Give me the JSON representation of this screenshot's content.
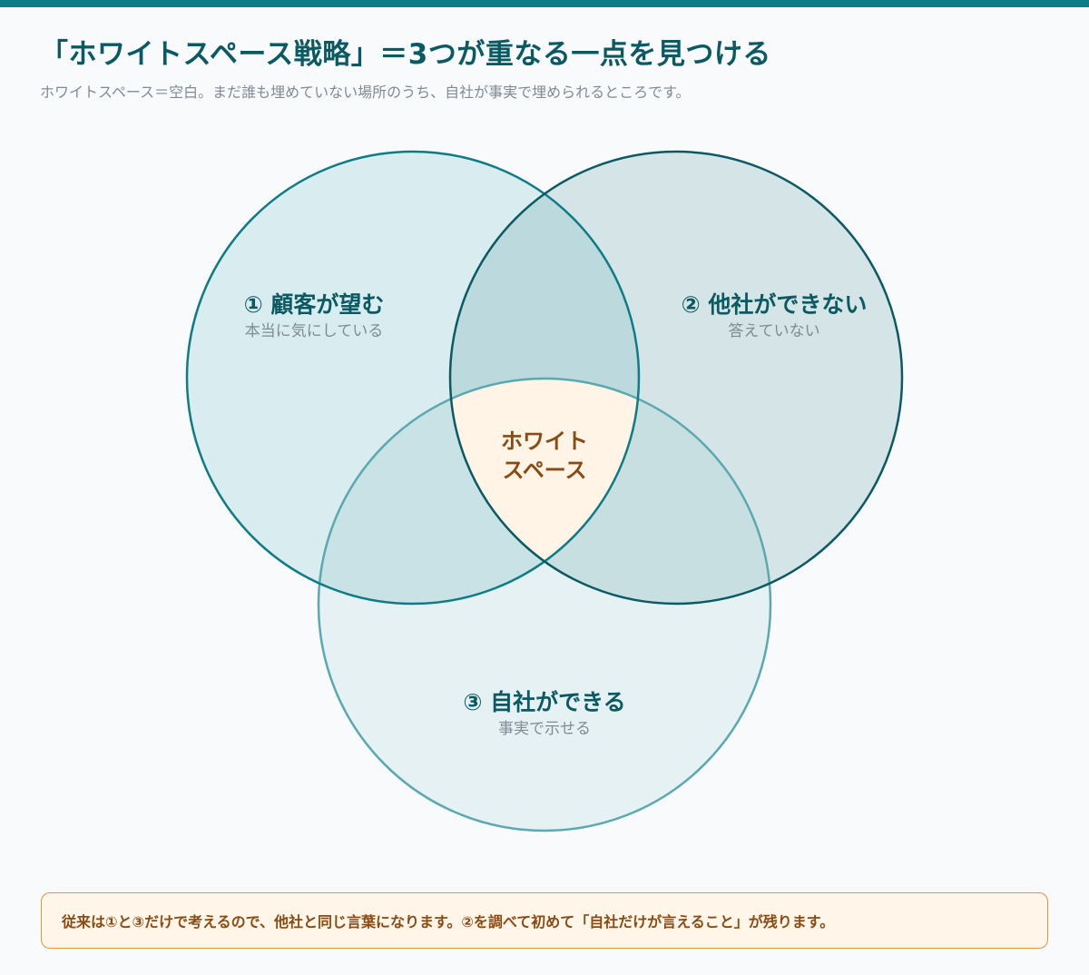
{
  "header": {
    "title": "「ホワイトスペース戦略」＝3つが重なる一点を見つける",
    "subtitle": "ホワイトスペース＝空白。まだ誰も埋めていない場所のうち、自社が事実で埋められるところです。"
  },
  "diagram": {
    "circles": [
      {
        "title": "① 顧客が望む",
        "subtitle": "本当に気にしている"
      },
      {
        "title": "② 他社ができない",
        "subtitle": "答えていない"
      },
      {
        "title": "③ 自社ができる",
        "subtitle": "事実で示せる"
      }
    ],
    "center": {
      "line1": "ホワイト",
      "line2": "スペース"
    }
  },
  "note": {
    "text": "従来は①と③だけで考えるので、他社と同じ言葉になります。②を調べて初めて「自社だけが言えること」が残ります。"
  },
  "colors": {
    "accent": "#0e7c86",
    "title": "#0b5a63",
    "circle1_stroke": "#0e7c86",
    "circle2_stroke": "#0b5a63",
    "circle3_stroke": "#5aa9b1",
    "center_fill": "#fff4e6",
    "center_text": "#8a4b12"
  }
}
